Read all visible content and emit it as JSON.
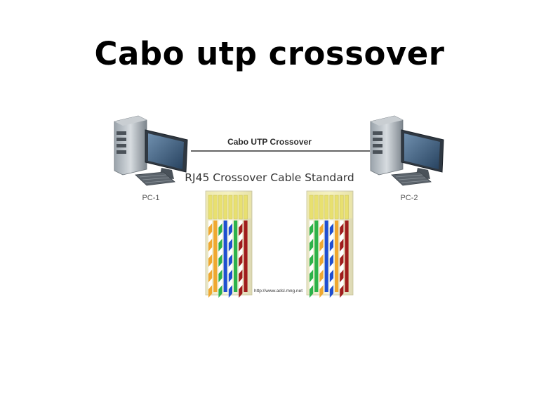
{
  "slide": {
    "title": "Cabo utp crossover"
  },
  "diagram": {
    "cable_label": "Cabo UTP Crossover",
    "standard_title": "RJ45 Crossover Cable Standard",
    "pc_left": "PC-1",
    "pc_right": "PC-2",
    "source_url": "http://www.adsl.mng.net"
  },
  "colors": {
    "white_orange": "#f0a830",
    "orange": "#f0a830",
    "white_green": "#2db34a",
    "green": "#2db34a",
    "blue": "#1f4fd1",
    "white_blue": "#1f4fd1",
    "brown": "#a01c1c",
    "white_brown": "#a01c1c",
    "pin_contact": "#e8e070",
    "connector": "#f4f0c8"
  },
  "connectors": {
    "left_wires": [
      "white_orange",
      "orange",
      "white_green",
      "blue",
      "white_blue",
      "green",
      "white_brown",
      "brown"
    ],
    "right_wires": [
      "white_green",
      "green",
      "white_orange",
      "blue",
      "white_blue",
      "orange",
      "white_brown",
      "brown"
    ]
  }
}
